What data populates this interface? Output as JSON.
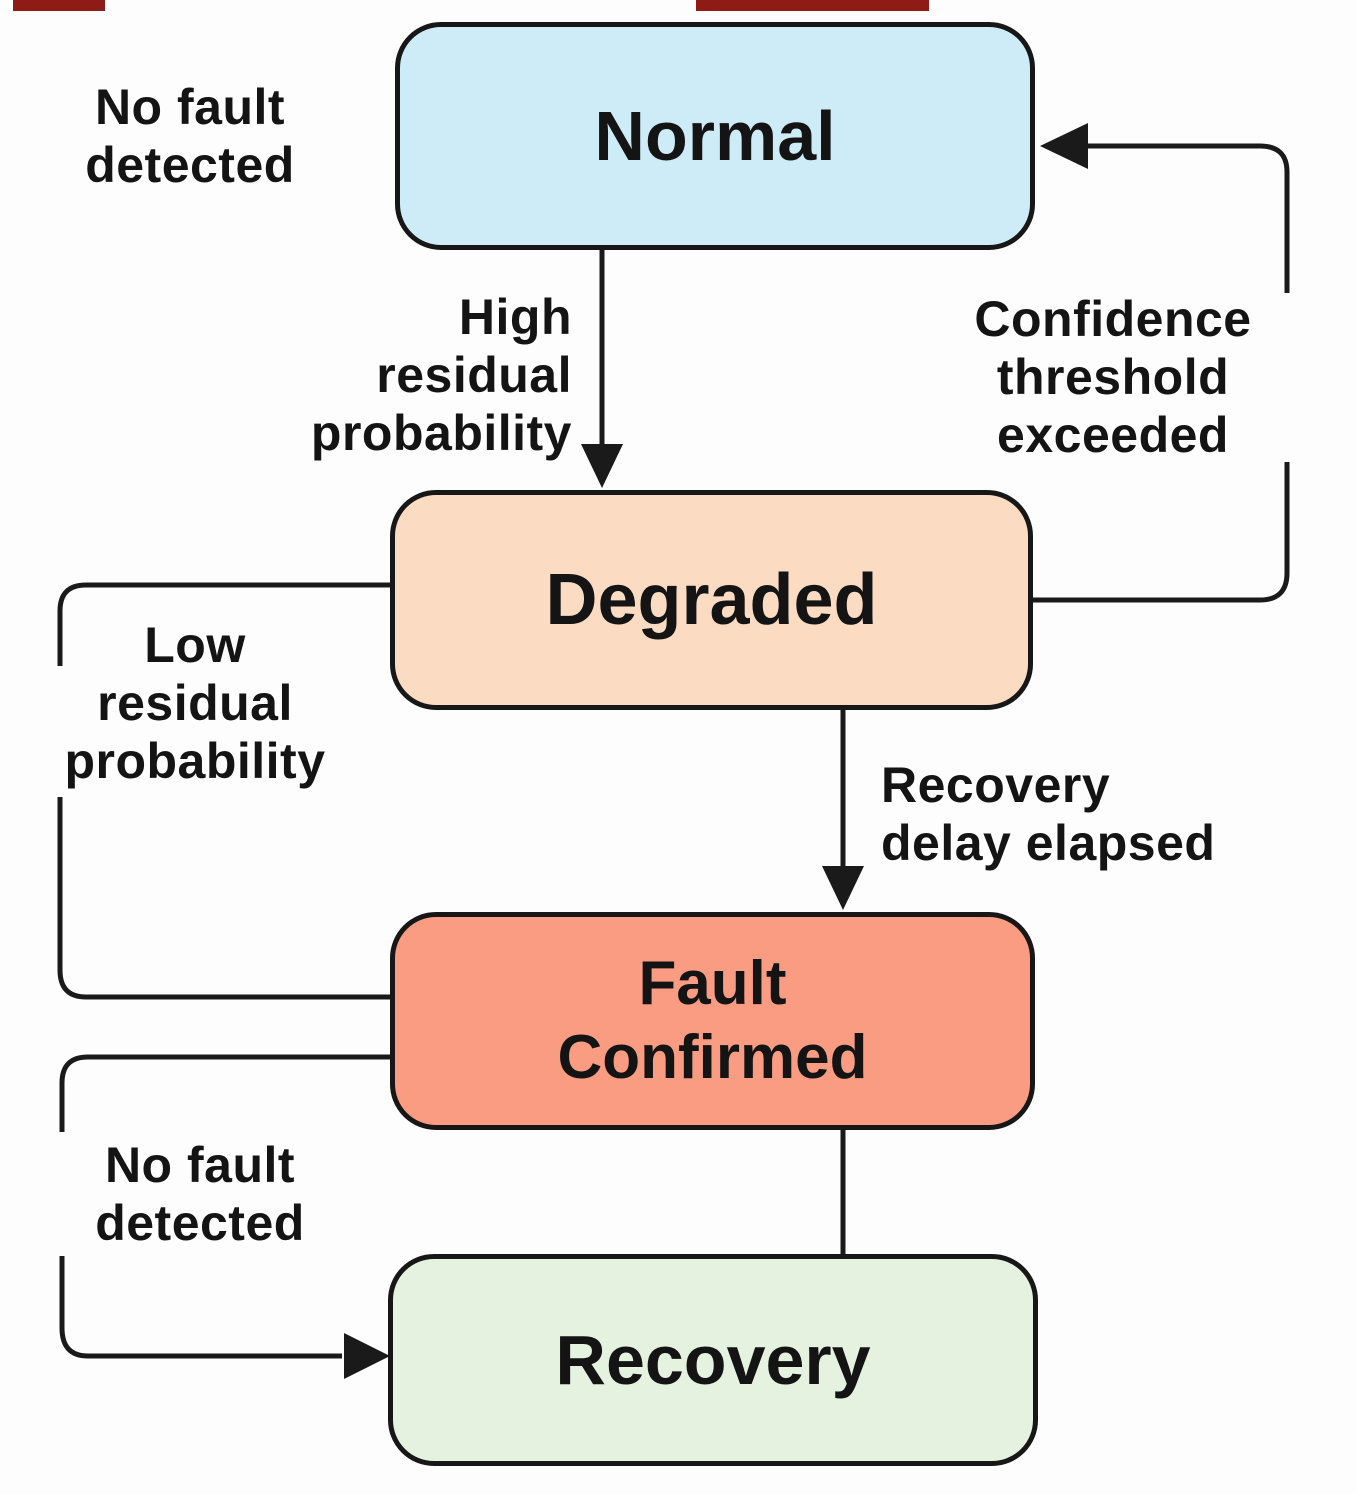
{
  "figure": {
    "type": "state-machine-diagram",
    "background": "#fdfdfd",
    "line_color": "#1a1a1a",
    "text_color": "#141414",
    "top_marks": {
      "color": "#8e1b16"
    },
    "nodes": {
      "normal": {
        "label": "Normal",
        "fill": "#cdecf7"
      },
      "degraded": {
        "label": "Degraded",
        "fill": "#fbdcc3"
      },
      "fault_confirmed": {
        "line1": "Fault",
        "line2": "Confirmed",
        "fill": "#f99c82"
      },
      "recovery": {
        "label": "Recovery",
        "fill": "#e4f2df"
      }
    },
    "labels": {
      "no_fault_top": {
        "line1": "No fault",
        "line2": "detected"
      },
      "high_residual": {
        "line1": "High",
        "line2": "residual",
        "line3": "probability"
      },
      "confidence": {
        "line1": "Confidence",
        "line2": "threshold",
        "line3": "exceeded"
      },
      "low_residual": {
        "line1": "Low",
        "line2": "residual",
        "line3": "probability"
      },
      "recovery_delay": {
        "line1": "Recovery",
        "line2": "delay elapsed"
      },
      "no_fault_bottom": {
        "line1": "No fault",
        "line2": "detected"
      }
    },
    "edges": [
      {
        "from": "Normal",
        "to": "Degraded",
        "label": "High residual probability"
      },
      {
        "from": "Degraded",
        "to": "Normal",
        "label": "Confidence threshold exceeded"
      },
      {
        "from": "Degraded",
        "to": "Fault Confirmed",
        "label": "Recovery delay elapsed"
      },
      {
        "from": "Degraded",
        "to": "Fault Confirmed",
        "via": "left side loop",
        "label": "Low residual probability"
      },
      {
        "from": "Fault Confirmed",
        "to": "Recovery",
        "label": ""
      },
      {
        "from": "Fault Confirmed",
        "to": "Recovery",
        "via": "left side loop",
        "label": "No fault detected"
      },
      {
        "near": "Normal",
        "label": "No fault detected"
      }
    ]
  }
}
